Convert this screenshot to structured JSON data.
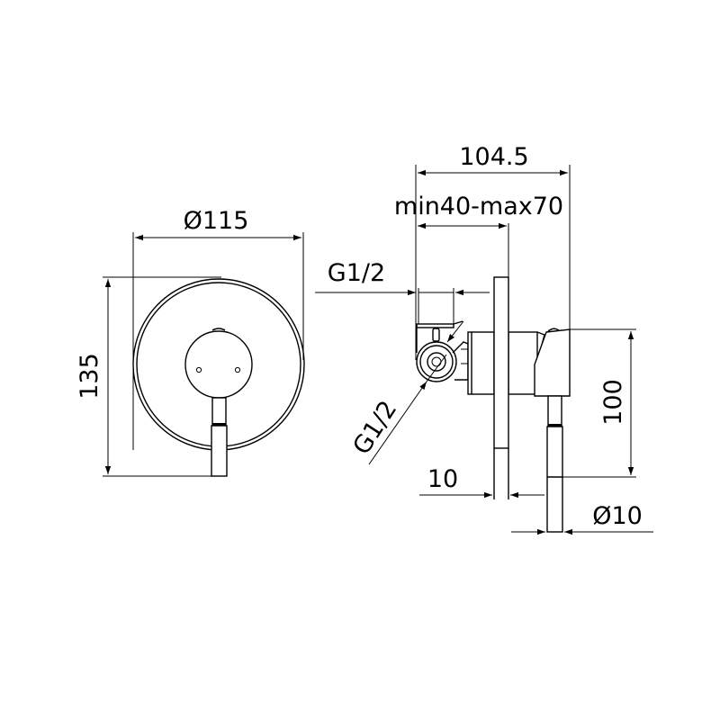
{
  "diagram": {
    "type": "technical-drawing",
    "subject": "concealed shower mixer, front and side views",
    "line_color": "#000000",
    "background": "#ffffff"
  },
  "front_view": {
    "diameter_label": "Ø115",
    "height_label": "135"
  },
  "side_view": {
    "overall_depth_label": "104.5",
    "install_depth_label": "min40-max70",
    "inlet_top_label": "G1/2",
    "inlet_side_label": "G1/2",
    "lever_height_label": "100",
    "plate_thickness_label": "10",
    "lever_diameter_label": "Ø10"
  }
}
